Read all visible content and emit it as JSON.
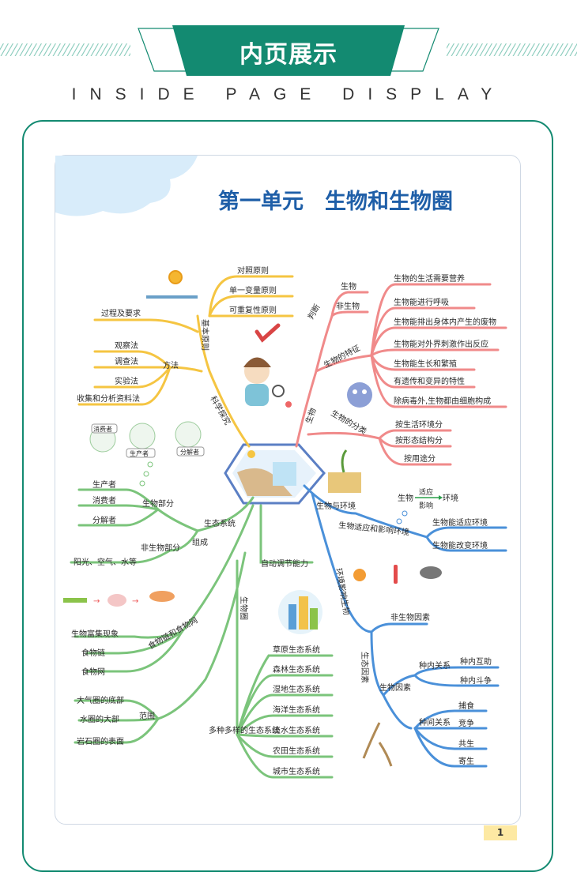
{
  "header": {
    "title": "内页展示",
    "subtitle": "INSIDE PAGE DISPLAY"
  },
  "page": {
    "unit_title": "第一单元　生物和生物圈",
    "page_number": "1"
  },
  "colors": {
    "teal": "#138a71",
    "blue_title": "#1f5fa8",
    "yellow": "#f5c542",
    "pink": "#f08a8a",
    "green": "#6bb86b",
    "blue": "#4a90d9"
  },
  "mindmap": {
    "yellow_branch": {
      "root": "科学探究",
      "principles_label": "基本原则",
      "principles": [
        "对照原则",
        "单一变量原则",
        "可重复性原则"
      ],
      "process": "过程及要求",
      "methods_label": "方法",
      "methods": [
        "观察法",
        "调查法",
        "实验法",
        "收集和分析资料法"
      ]
    },
    "pink_branch": {
      "root": "生物",
      "judge_label": "判断",
      "judge": [
        "生物",
        "非生物"
      ],
      "features_label": "生物的特征",
      "features": [
        "生物的生活需要营养",
        "生物能进行呼吸",
        "生物能排出身体内产生的废物",
        "生物能对外界刺激作出反应",
        "生物能生长和繁殖",
        "有遗传和变异的特性",
        "除病毒外,生物都由细胞构成"
      ],
      "classify_label": "生物的分类",
      "classify": [
        "按生活环境分",
        "按形态结构分",
        "按用途分"
      ]
    },
    "env_branch": {
      "root": "生物与环境",
      "adapt_label": "生物适应和影响环境",
      "adapt": [
        "生物能适应环境",
        "生物能改变环境"
      ],
      "diagram": {
        "left": "生物",
        "top": "适应",
        "bottom": "影响",
        "right": "环境"
      },
      "factor_root": "环境影响生物",
      "factors_label": "生态因素",
      "abiotic": "非生物因素",
      "biotic_label": "生物因素",
      "intra_label": "种内关系",
      "intra": [
        "种内互助",
        "种内斗争"
      ],
      "inter_label": "种间关系",
      "inter": [
        "捕食",
        "竞争",
        "共生",
        "寄生"
      ]
    },
    "green_branch": {
      "eco_label": "生态系统",
      "compose_label": "组成",
      "bio_label": "生物部分",
      "bio": [
        "生产者",
        "消费者",
        "分解者"
      ],
      "abio_label": "非生物部分",
      "abio": "阳光、空气、水等",
      "auto_label": "自动调节能力",
      "food_label": "食物链和食物网",
      "food": [
        "生物富集现象",
        "食物链",
        "食物网"
      ],
      "biosphere_label": "生物圈",
      "range_label": "范围",
      "range": [
        "大气圈的底部",
        "水圈的大部",
        "岩石圈的表面"
      ],
      "diverse_label": "多种多样的生态系统",
      "diverse": [
        "草原生态系统",
        "森林生态系统",
        "湿地生态系统",
        "海洋生态系统",
        "淡水生态系统",
        "农田生态系统",
        "城市生态系统"
      ],
      "pics": [
        "消费者",
        "生产者",
        "分解者"
      ]
    }
  }
}
